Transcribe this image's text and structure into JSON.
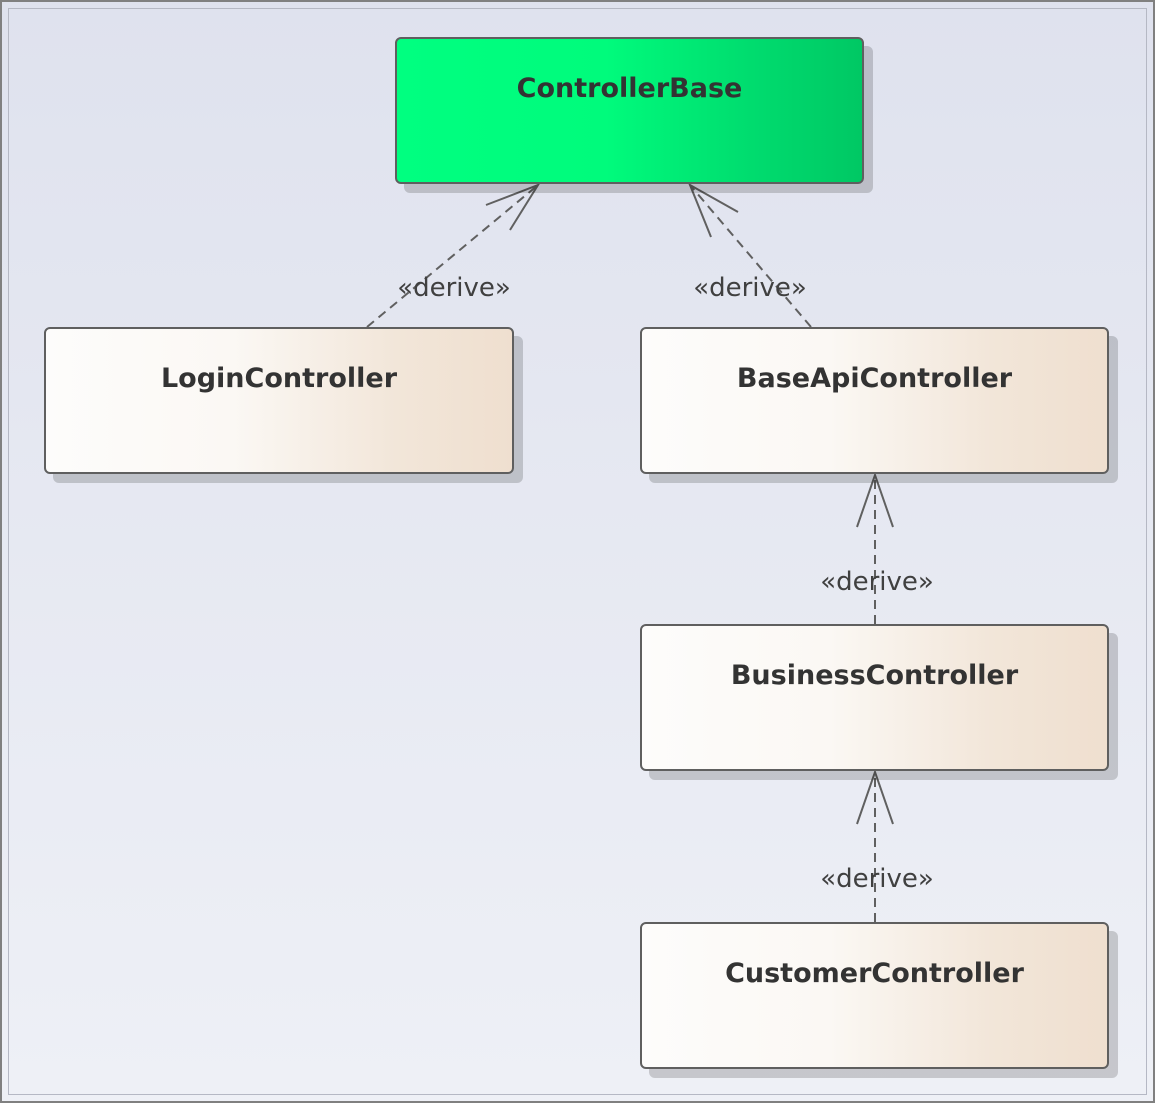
{
  "diagram": {
    "classes": [
      {
        "id": "controller_base",
        "name": "ControllerBase",
        "fill": "#00ff80"
      },
      {
        "id": "login_controller",
        "name": "LoginController",
        "fill": "#fbf8f4"
      },
      {
        "id": "base_api_controller",
        "name": "BaseApiController",
        "fill": "#fbf8f4"
      },
      {
        "id": "business_controller",
        "name": "BusinessController",
        "fill": "#fbf8f4"
      },
      {
        "id": "customer_controller",
        "name": "CustomerController",
        "fill": "#fbf8f4"
      }
    ],
    "relations": [
      {
        "from": "LoginController",
        "to": "ControllerBase",
        "label": "«derive»"
      },
      {
        "from": "BaseApiController",
        "to": "ControllerBase",
        "label": "«derive»"
      },
      {
        "from": "BusinessController",
        "to": "BaseApiController",
        "label": "«derive»"
      },
      {
        "from": "CustomerController",
        "to": "BusinessController",
        "label": "«derive»"
      }
    ]
  }
}
